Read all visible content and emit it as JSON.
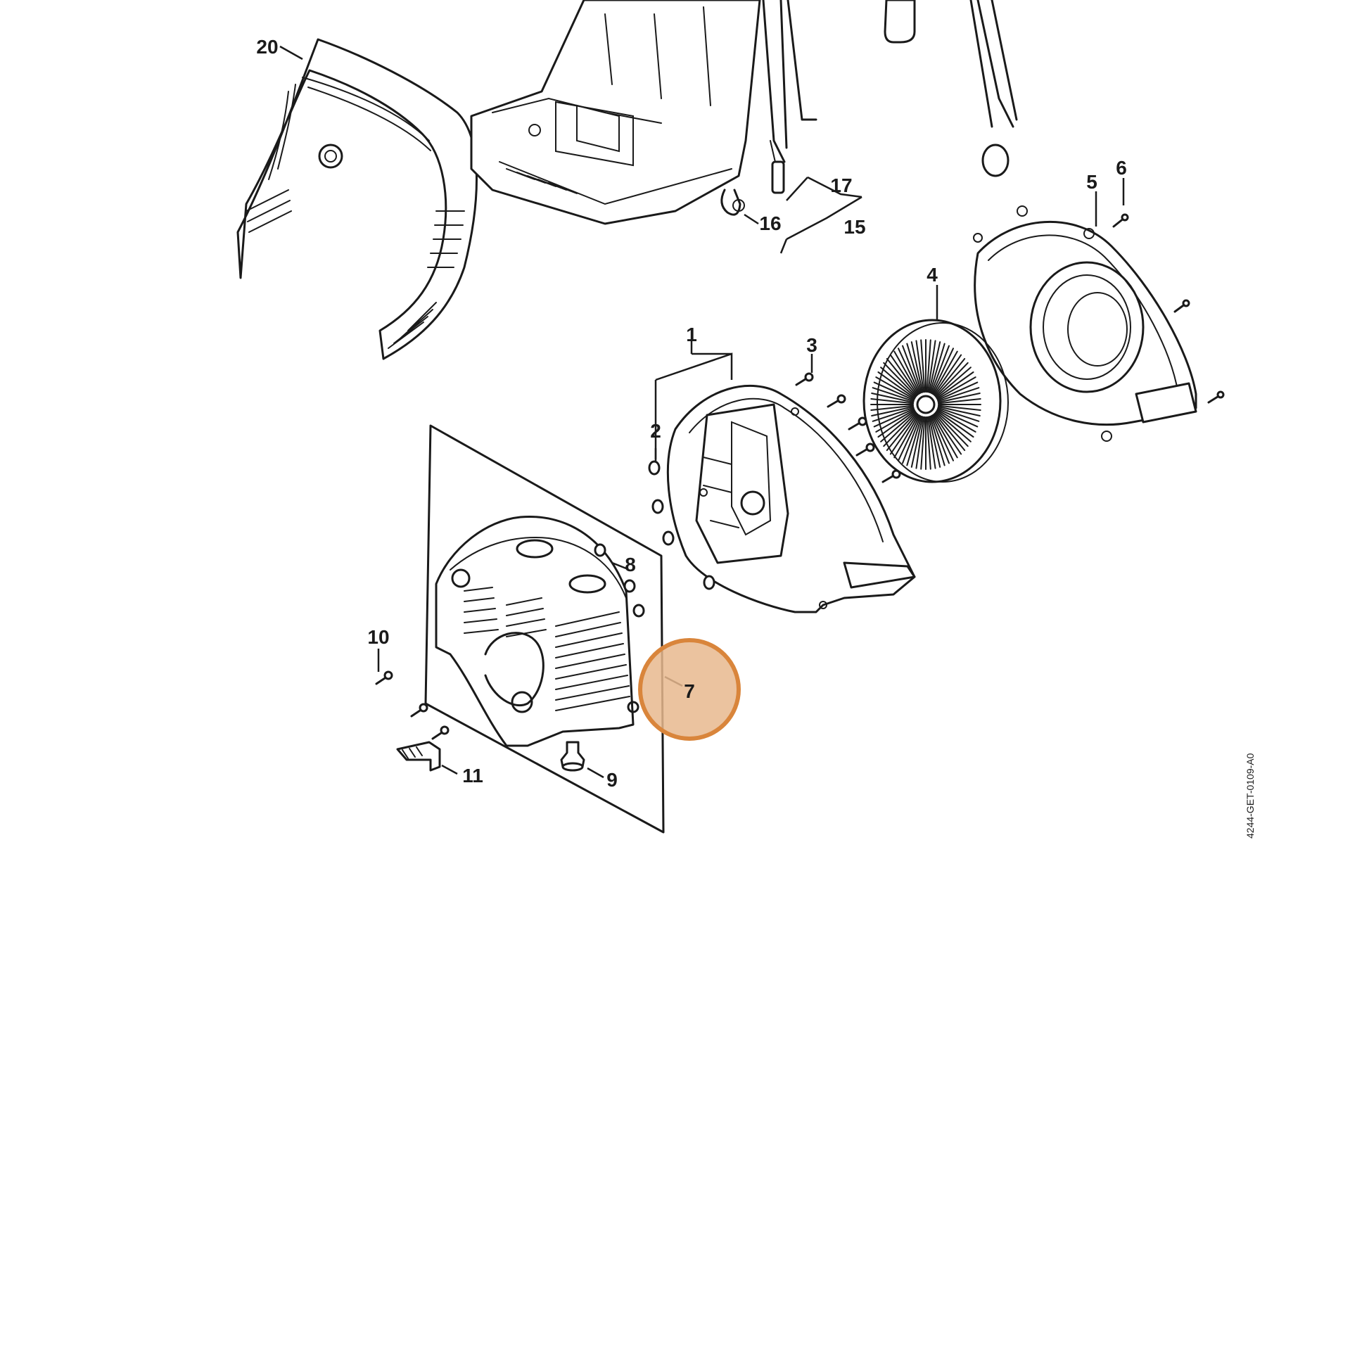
{
  "diagram": {
    "callouts": [
      "1",
      "2",
      "3",
      "4",
      "5",
      "6",
      "7",
      "8",
      "9",
      "10",
      "11",
      "15",
      "16",
      "17",
      "20"
    ],
    "highlighted_callout": "7",
    "reference_code": "4244-GET-0109-A0"
  },
  "colors": {
    "highlight_fill": "#e8b88e",
    "highlight_stroke": "#d9853b",
    "line": "#1a1a1a",
    "background": "#ffffff"
  }
}
